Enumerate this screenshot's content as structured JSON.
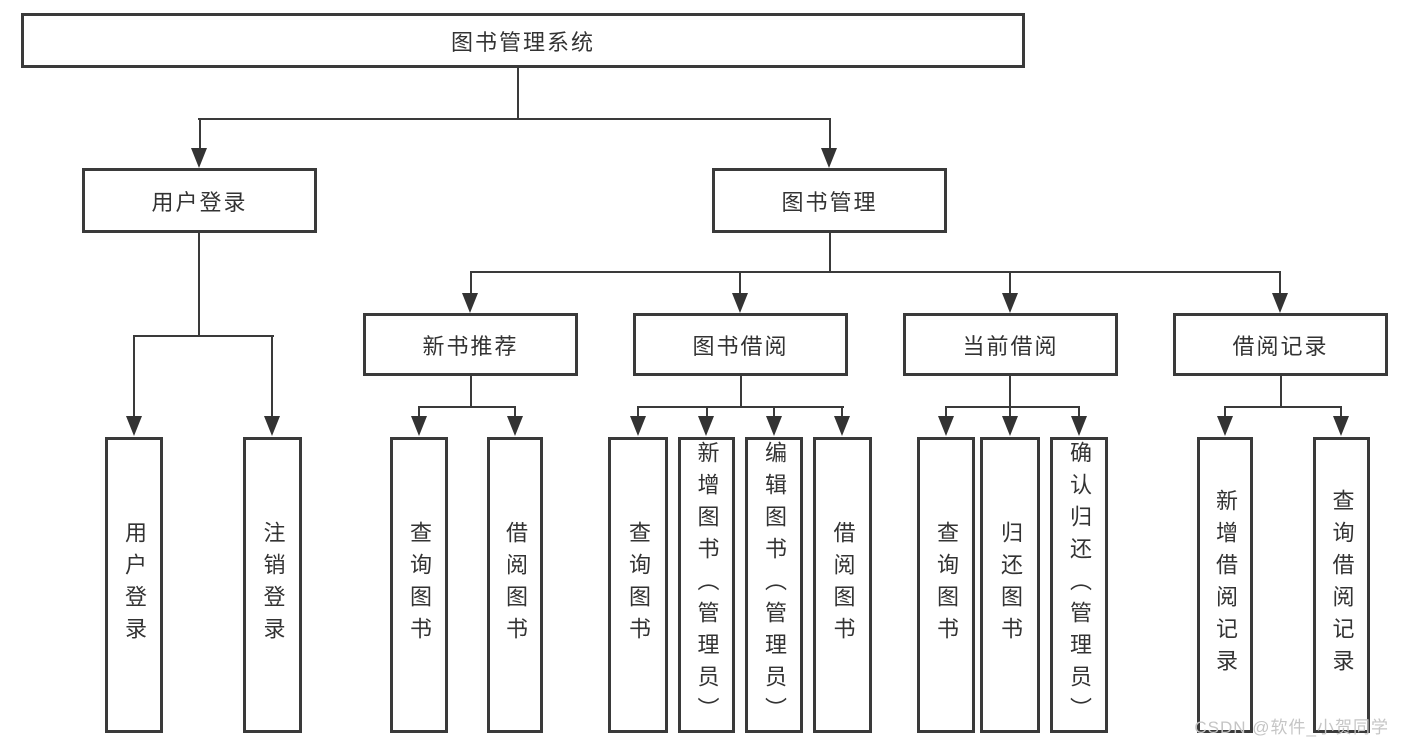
{
  "tree": {
    "label": "图书管理系统",
    "children": [
      {
        "label": "用户登录",
        "children": [
          {
            "label": "用户登录"
          },
          {
            "label": "注销登录"
          }
        ]
      },
      {
        "label": "图书管理",
        "children": [
          {
            "label": "新书推荐",
            "children": [
              {
                "label": "查询图书"
              },
              {
                "label": "借阅图书"
              }
            ]
          },
          {
            "label": "图书借阅",
            "children": [
              {
                "label": "查询图书"
              },
              {
                "label": "新增图书（管理员）"
              },
              {
                "label": "编辑图书（管理员）"
              },
              {
                "label": "借阅图书"
              }
            ]
          },
          {
            "label": "当前借阅",
            "children": [
              {
                "label": "查询图书"
              },
              {
                "label": "归还图书"
              },
              {
                "label": "确认归还（管理员）"
              }
            ]
          },
          {
            "label": "借阅记录",
            "children": [
              {
                "label": "新增借阅记录"
              },
              {
                "label": "查询借阅记录"
              }
            ]
          }
        ]
      }
    ]
  },
  "watermark": {
    "text": "CSDN @软件_小贺同学"
  },
  "colors": {
    "line": "#3a3a3a",
    "text": "#333333",
    "watermark": "#c5c5c5",
    "background": "#ffffff"
  }
}
